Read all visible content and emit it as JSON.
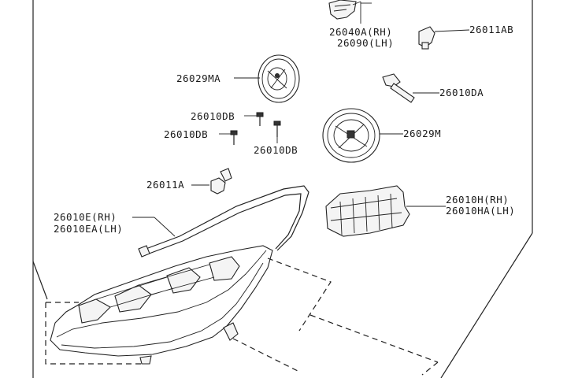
{
  "labels": {
    "a26040": "26040A(RH)",
    "a26090": "26090(LH)",
    "a26011ab": "26011AB",
    "a26029ma": "26029MA",
    "a26010da": "26010DA",
    "a26010db_1": "26010DB",
    "a26010db_2": "26010DB",
    "a26010db_3": "26010DB",
    "a26029m": "26029M",
    "a26011a": "26011A",
    "a26010h_rh": "26010H(RH)",
    "a26010h_lh": "26010HA(LH)",
    "a26010e_rh": "26010E(RH)",
    "a26010e_lh": "26010EA(LH)"
  }
}
